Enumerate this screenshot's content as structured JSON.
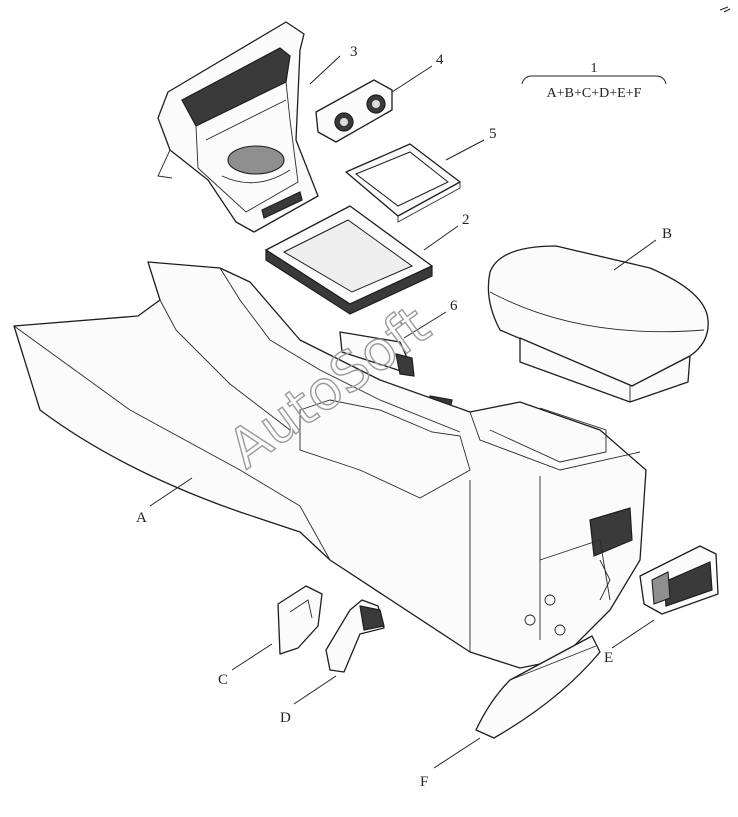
{
  "formula": {
    "number": "1",
    "expression": "A+B+C+D+E+F"
  },
  "callouts": {
    "c2": "2",
    "c3": "3",
    "c4": "4",
    "c5": "5",
    "c6": "6",
    "cA": "A",
    "cB": "B",
    "cC": "C",
    "cD": "D",
    "cE": "E",
    "cF": "F"
  },
  "watermark": "AutoSoft"
}
